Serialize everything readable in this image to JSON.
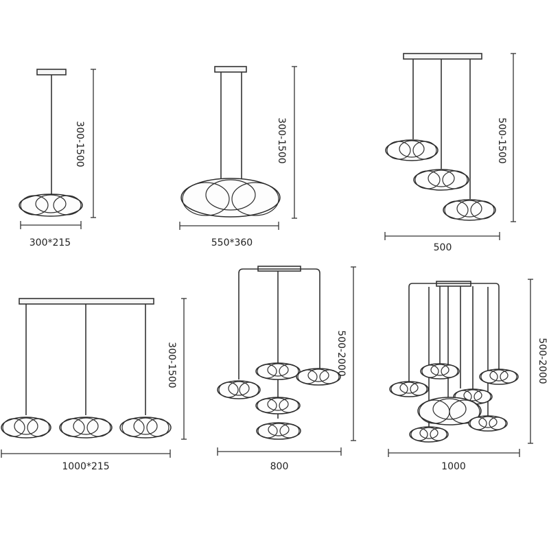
{
  "diagrams": [
    {
      "id": "single-small",
      "height_label": "300-1500",
      "width_label": "300*215"
    },
    {
      "id": "single-large",
      "height_label": "300-1500",
      "width_label": "550*360"
    },
    {
      "id": "triple-cascade",
      "height_label": "500-1500",
      "width_label": "500"
    },
    {
      "id": "triple-linear",
      "height_label": "300-1500",
      "width_label": "1000*215"
    },
    {
      "id": "five-cluster",
      "height_label": "500-2000",
      "width_label": "800"
    },
    {
      "id": "eight-cluster",
      "height_label": "500-2000",
      "width_label": "1000"
    }
  ]
}
